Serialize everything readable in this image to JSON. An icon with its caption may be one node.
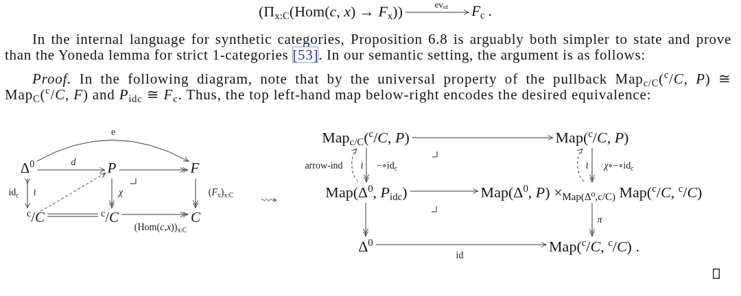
{
  "diagram": {
    "nodes": [
      {
        "text": [
          "(Π$_{x:C}$(Hom(*c*, *x*) → *F*$_{x}$))"
        ]
      },
      {
        "text": [
          "*F*$_{c}$ ."
        ]
      },
      {
        "text": [
          "Δ$^{0}$"
        ]
      },
      {
        "text": [
          "P"
        ]
      },
      {
        "text": [
          "F"
        ]
      },
      {
        "text": [
          "$^{c}$/*C*"
        ]
      },
      {
        "text": [
          "$^{c}$/*C*"
        ]
      },
      {
        "text": [
          "C"
        ]
      },
      {
        "text": [
          "Map$_{c/C}$($^{c}$/*C*, *P*)"
        ]
      },
      {
        "text": [
          "Map($^{c}$/*C*, *P*)"
        ]
      },
      {
        "text": [
          "Map(Δ$^{0}$, *P*$_{idc}$)"
        ]
      },
      {
        "text": [
          "Map(Δ$^{0}$, *P*) ×$_{Map(Δ⁰,c/C)}$ Map($^{c}$/*C*, $^{c}$/*C*)"
        ]
      },
      {
        "text": [
          "Δ$^{0}$"
        ]
      },
      {
        "text": [
          "Map($^{c}$/*C*, $^{c}$/*C*) ."
        ]
      }
    ],
    "edges": [
      {
        "from": 0,
        "to": 1,
        "arrow": "to",
        "label": "ev$_{id}$"
      },
      {
        "from": 2,
        "to": 4,
        "arrow": "to",
        "label": "e"
      },
      {
        "from": 2,
        "to": 3,
        "arrow": "to",
        "label": "d"
      },
      {
        "from": 3,
        "to": 4,
        "arrow": "to"
      },
      {
        "from": 2,
        "to": 5,
        "arrow": "to",
        "label": "id$_{c}$"
      },
      {
        "from": 5,
        "to": 3,
        "arrow": "to",
        "style": "dashed"
      },
      {
        "from": 3,
        "to": 6,
        "arrow": "to",
        "label": "χ"
      },
      {
        "from": 4,
        "to": 7,
        "arrow": "to",
        "label": "(*F*$_{x}$)$_{x:C}$"
      },
      {
        "from": 5,
        "to": 6,
        "arrow": "none"
      },
      {
        "from": 6,
        "to": 7,
        "arrow": "to",
        "label": "(Hom(*c*,*x*))$_{x:C}$"
      },
      {
        "from": 8,
        "to": 9,
        "arrow": "to"
      },
      {
        "from": 8,
        "to": 10,
        "arrow": "to",
        "label": "−∘id$_{c}$"
      },
      {
        "from": 10,
        "to": 8,
        "arrow": "to",
        "style": "dashed",
        "label": "arrow-ind"
      },
      {
        "from": 9,
        "to": 11,
        "arrow": "to",
        "label": "*χ*∘−∘id$_{c}$"
      },
      {
        "from": 11,
        "to": 9,
        "arrow": "to",
        "style": "dashed"
      },
      {
        "from": 10,
        "to": 11,
        "arrow": "to"
      },
      {
        "from": 10,
        "to": 12,
        "arrow": "to"
      },
      {
        "from": 11,
        "to": 13,
        "arrow": "to",
        "label": "*π*"
      },
      {
        "from": 12,
        "to": 13,
        "arrow": "to",
        "label": "id"
      }
    ],
    "labels": [
      "In the internal language for synthetic categories, Proposition 6.8 is arguably both simpler to state and prove than the Yoneda lemma for strict 1-categories",
      "[53]",
      ". In our semantic setting, the argument is as follows:",
      "*Proof.* In the following diagram, note that by the universal property of the pullback Map$_{c/C}$($^{c}$/*C*, *P*) ≅ Map$_{C}$($^{c}$/*C*, *F*) and *P*$_{idc}$ ≅ *F*$_{c}$. Thus, the top left-hand map below-right encodes the desired equivalence:",
      "≀",
      "≀",
      "≀"
    ]
  }
}
